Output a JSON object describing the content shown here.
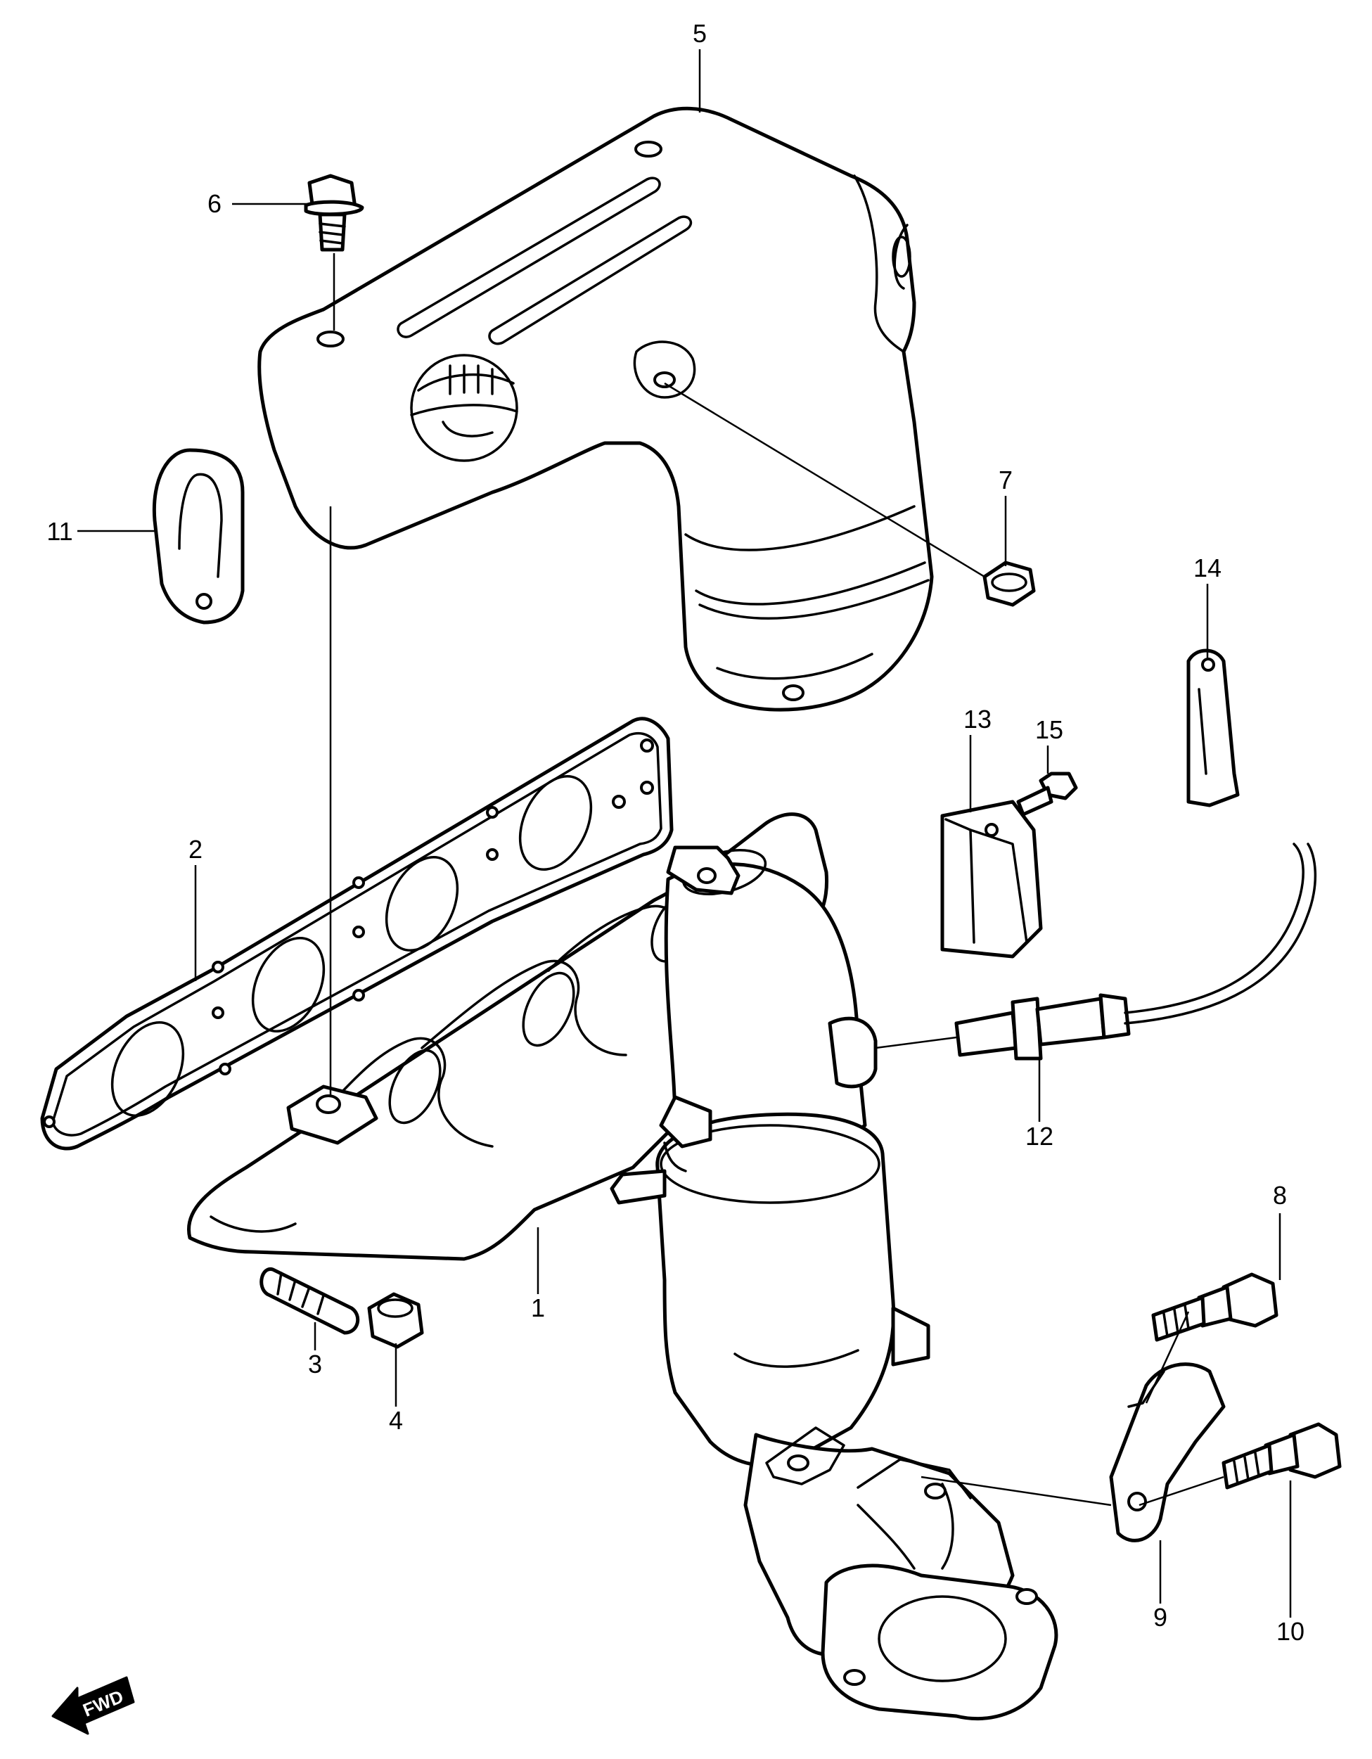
{
  "diagram": {
    "callouts": {
      "c1": "1",
      "c2": "2",
      "c3": "3",
      "c4": "4",
      "c5": "5",
      "c6": "6",
      "c7": "7",
      "c8": "8",
      "c9": "9",
      "c10": "10",
      "c11": "11",
      "c12": "12",
      "c13": "13",
      "c14": "14",
      "c15": "15"
    },
    "direction_label": "FWD"
  },
  "colors": {
    "line": "#000000",
    "background": "#ffffff"
  }
}
